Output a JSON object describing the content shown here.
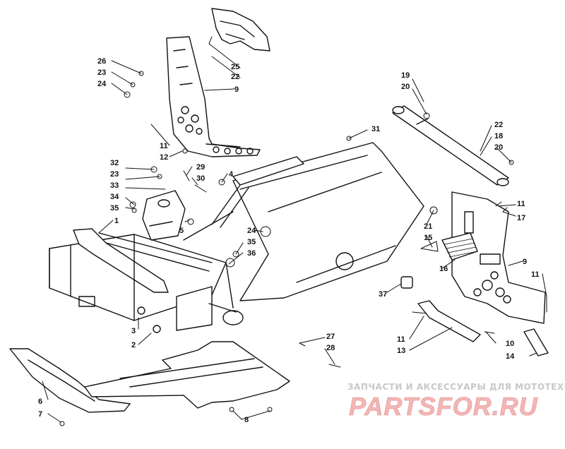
{
  "diagram": {
    "callouts": [
      {
        "id": "c26",
        "text": "26"
      },
      {
        "id": "c23a",
        "text": "23"
      },
      {
        "id": "c24a",
        "text": "24"
      },
      {
        "id": "c25",
        "text": "25"
      },
      {
        "id": "c22a",
        "text": "22"
      },
      {
        "id": "c9a",
        "text": "9"
      },
      {
        "id": "c11a",
        "text": "11"
      },
      {
        "id": "c12",
        "text": "12"
      },
      {
        "id": "c19",
        "text": "19"
      },
      {
        "id": "c20a",
        "text": "20"
      },
      {
        "id": "c31",
        "text": "31"
      },
      {
        "id": "c22b",
        "text": "22"
      },
      {
        "id": "c18",
        "text": "18"
      },
      {
        "id": "c20b",
        "text": "20"
      },
      {
        "id": "c32",
        "text": "32"
      },
      {
        "id": "c23b",
        "text": "23"
      },
      {
        "id": "c29",
        "text": "29"
      },
      {
        "id": "c30",
        "text": "30"
      },
      {
        "id": "c4",
        "text": "4"
      },
      {
        "id": "c33",
        "text": "33"
      },
      {
        "id": "c34",
        "text": "34"
      },
      {
        "id": "c35a",
        "text": "35"
      },
      {
        "id": "c1",
        "text": "1"
      },
      {
        "id": "c5",
        "text": "5"
      },
      {
        "id": "c24b",
        "text": "24"
      },
      {
        "id": "c35b",
        "text": "35"
      },
      {
        "id": "c36",
        "text": "36"
      },
      {
        "id": "c11b",
        "text": "11"
      },
      {
        "id": "c17",
        "text": "17"
      },
      {
        "id": "c21",
        "text": "21"
      },
      {
        "id": "c15",
        "text": "15"
      },
      {
        "id": "c16",
        "text": "16"
      },
      {
        "id": "c9b",
        "text": "9"
      },
      {
        "id": "c11c",
        "text": "11"
      },
      {
        "id": "c37",
        "text": "37"
      },
      {
        "id": "c3",
        "text": "3"
      },
      {
        "id": "c2",
        "text": "2"
      },
      {
        "id": "c27",
        "text": "27"
      },
      {
        "id": "c28",
        "text": "28"
      },
      {
        "id": "c11d",
        "text": "11"
      },
      {
        "id": "c13",
        "text": "13"
      },
      {
        "id": "c10",
        "text": "10"
      },
      {
        "id": "c14",
        "text": "14"
      },
      {
        "id": "c6",
        "text": "6"
      },
      {
        "id": "c7",
        "text": "7"
      },
      {
        "id": "c8",
        "text": "8"
      }
    ]
  },
  "watermark": {
    "tagline": "ЗАПЧАСТИ И АКСЕССУАРЫ ДЛЯ МОТОТЕХНИКИ",
    "logo": "PARTSFOR.RU"
  },
  "colors": {
    "line": "#111111",
    "watermark_text": "#c8c8c8",
    "watermark_logo": "#f2b6b6"
  }
}
